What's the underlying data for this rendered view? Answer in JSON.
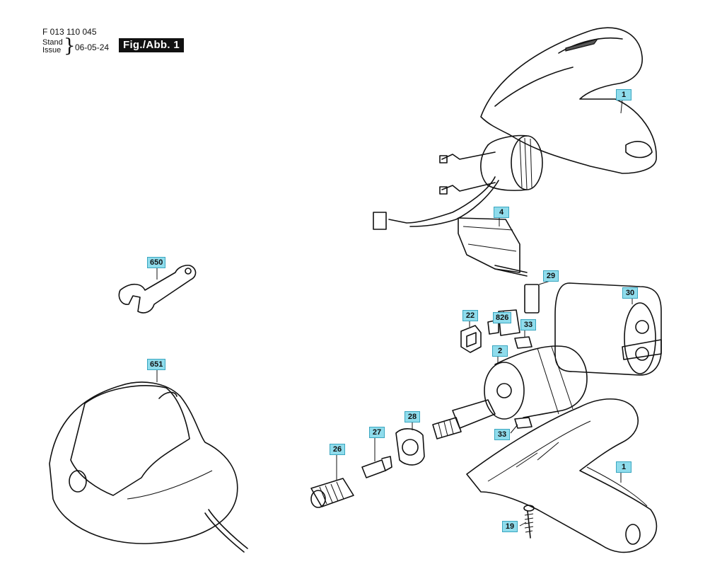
{
  "header": {
    "doc_number": "F 013 110 045",
    "stand_label": "Stand",
    "issue_label": "Issue",
    "date": "06-05-24",
    "figure_label": "Fig./Abb. 1"
  },
  "callouts": {
    "housing_top": "1",
    "housing_bottom": "1",
    "switch_board": "4",
    "part_29": "29",
    "part_30": "30",
    "part_826": "826",
    "part_22": "22",
    "part_33_top": "33",
    "part_33_bottom": "33",
    "motor": "2",
    "part_28": "28",
    "part_27": "27",
    "part_26": "26",
    "screw": "19",
    "wrench": "650",
    "charger": "651"
  }
}
